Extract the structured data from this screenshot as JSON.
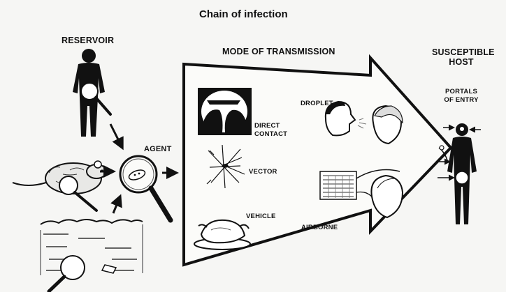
{
  "title": "Chain of infection",
  "labels": {
    "reservoir": "RESERVOIR",
    "agent": "AGENT",
    "mode_of_transmission": "MODE OF TRANSMISSION",
    "susceptible_host_line1": "SUSCEPTIBLE",
    "susceptible_host_line2": "HOST",
    "portals_line1": "PORTALS",
    "portals_line2": "OF ENTRY",
    "direct_contact_line1": "DIRECT",
    "direct_contact_line2": "CONTACT",
    "vector": "VECTOR",
    "vehicle": "VEHICLE",
    "droplet": "DROPLET",
    "airborne": "AIRBORNE"
  },
  "icons": {
    "human_reservoir": "human-silhouette-with-magnifier-icon",
    "animal_reservoir": "rat-with-magnifier-icon",
    "environment_reservoir": "swamp-with-magnifier-icon",
    "agent": "magnifier-microbe-icon",
    "direct_contact": "people-contact-icon",
    "vector": "mosquito-icon",
    "vehicle": "food-chicken-icon",
    "droplet": "sneeze-faces-icon",
    "airborne": "air-vent-face-icon",
    "host": "host-silhouette-icon"
  }
}
